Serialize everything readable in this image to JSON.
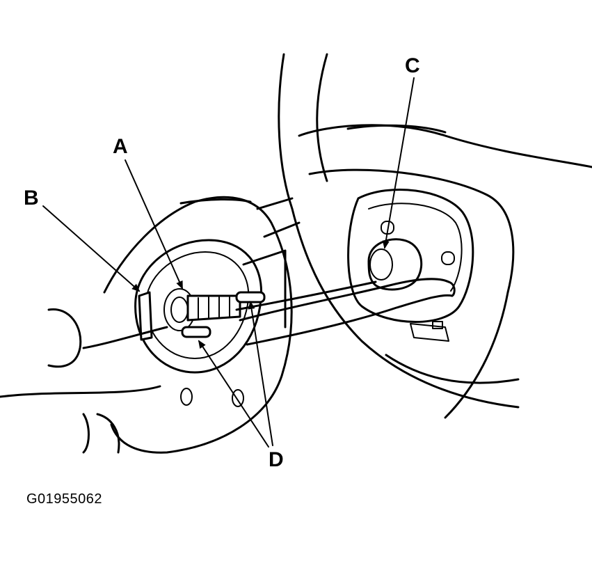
{
  "diagram": {
    "callouts": {
      "a": "A",
      "b": "B",
      "c": "C",
      "d": "D"
    },
    "figure_code": "G01955062"
  }
}
